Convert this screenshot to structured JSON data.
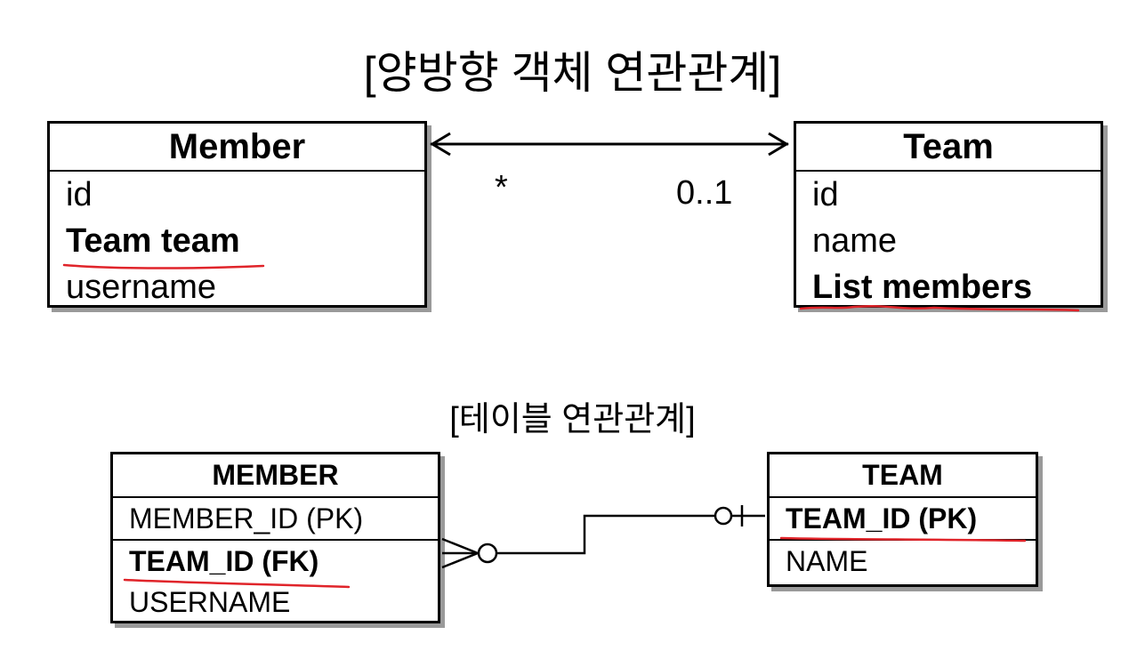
{
  "object_title": "[양방향 객체 연관관계]",
  "table_title": "[테이블 연관관계]",
  "member_entity": {
    "name": "Member",
    "fields": [
      "id",
      "Team team",
      "username"
    ]
  },
  "team_entity": {
    "name": "Team",
    "fields": [
      "id",
      "name",
      "List members"
    ]
  },
  "association": {
    "member_side_multiplicity": "*",
    "team_side_multiplicity": "0..1"
  },
  "member_table": {
    "name": "MEMBER",
    "columns": [
      "MEMBER_ID (PK)",
      "TEAM_ID (FK)",
      "USERNAME"
    ]
  },
  "team_table": {
    "name": "TEAM",
    "columns": [
      "TEAM_ID (PK)",
      "NAME"
    ]
  },
  "colors": {
    "line": "#000000",
    "underline": "#e0242a",
    "shadow": "#9a9a9a"
  }
}
